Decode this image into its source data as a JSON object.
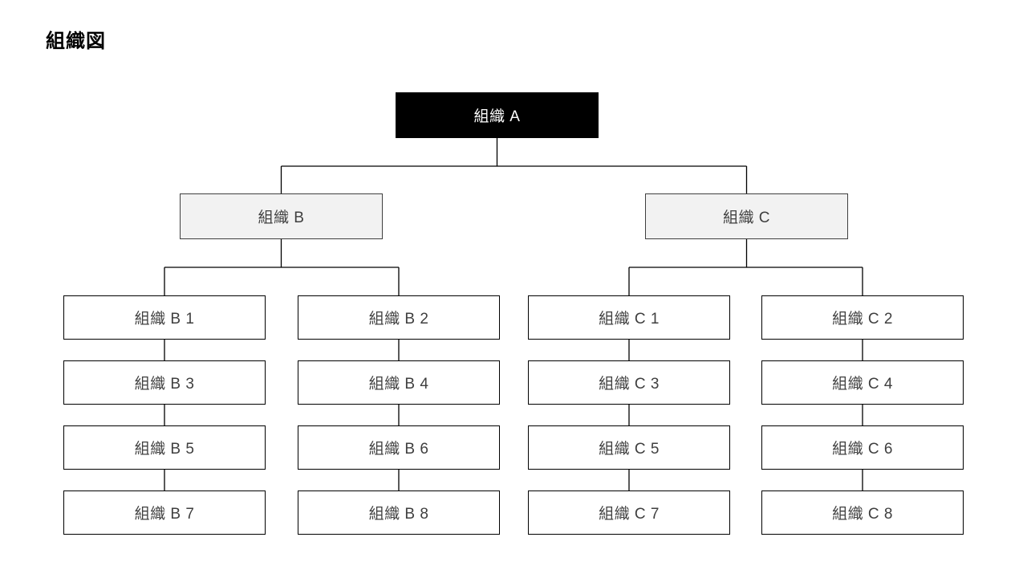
{
  "page": {
    "title": "組織図"
  },
  "nodes": {
    "a": {
      "label": "組織 A"
    },
    "b": {
      "label": "組織 B"
    },
    "c": {
      "label": "組織 C"
    },
    "b1": {
      "label": "組織 B 1"
    },
    "b2": {
      "label": "組織 B 2"
    },
    "b3": {
      "label": "組織 B 3"
    },
    "b4": {
      "label": "組織 B 4"
    },
    "b5": {
      "label": "組織 B 5"
    },
    "b6": {
      "label": "組織 B 6"
    },
    "b7": {
      "label": "組織 B 7"
    },
    "b8": {
      "label": "組織 B 8"
    },
    "c1": {
      "label": "組織 C 1"
    },
    "c2": {
      "label": "組織 C 2"
    },
    "c3": {
      "label": "組織 C 3"
    },
    "c4": {
      "label": "組織 C 4"
    },
    "c5": {
      "label": "組織 C 5"
    },
    "c6": {
      "label": "組織 C 6"
    },
    "c7": {
      "label": "組織 C 7"
    },
    "c8": {
      "label": "組織 C 8"
    }
  },
  "hierarchy": {
    "組織 A": [
      "組織 B",
      "組織 C"
    ],
    "組織 B": [
      "組織 B 1",
      "組織 B 2",
      "組織 B 3",
      "組織 B 4",
      "組織 B 5",
      "組織 B 6",
      "組織 B 7",
      "組織 B 8"
    ],
    "組織 C": [
      "組織 C 1",
      "組織 C 2",
      "組織 C 3",
      "組織 C 4",
      "組織 C 5",
      "組織 C 6",
      "組織 C 7",
      "組織 C 8"
    ]
  },
  "colors": {
    "background": "#ffffff",
    "title_text": "#000000",
    "root_fill": "#000000",
    "root_text": "#ffffff",
    "branch_fill": "#f2f2f2",
    "branch_border": "#3f3f3f",
    "leaf_fill": "#ffffff",
    "leaf_border": "#000000",
    "node_text": "#3f3f3f",
    "connector": "#000000"
  }
}
